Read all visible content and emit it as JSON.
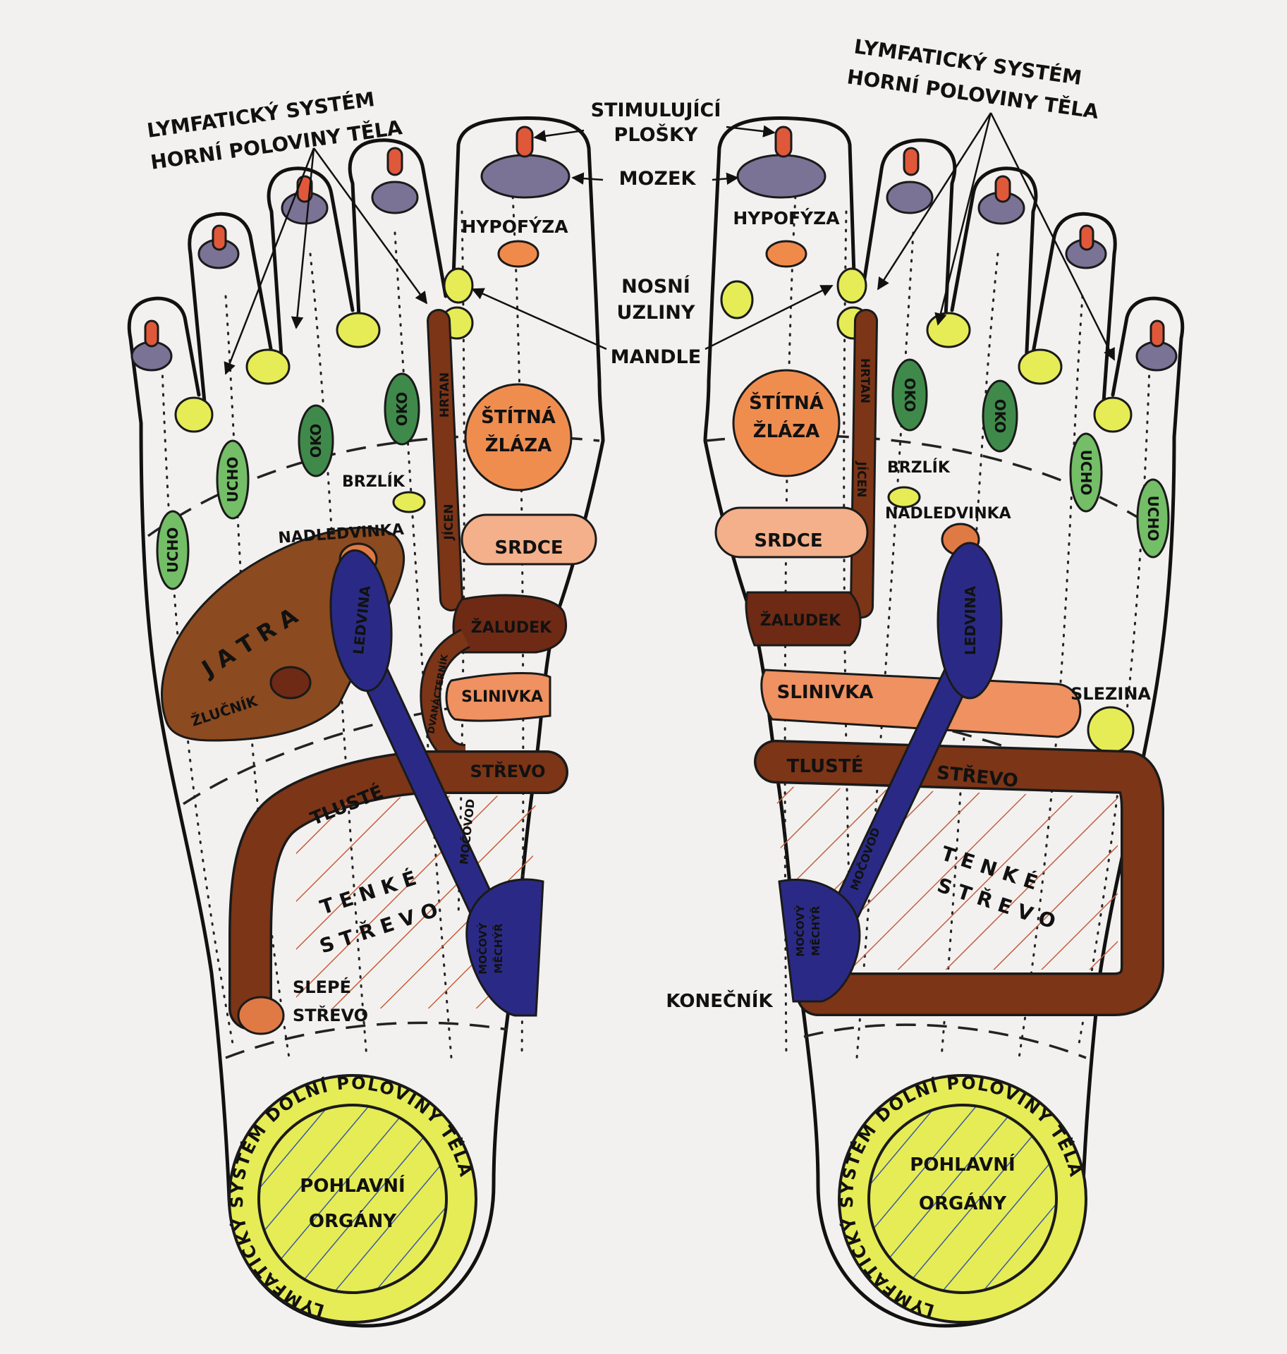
{
  "labels": {
    "lymph_upper_l1": "LYMFATICKÝ SYSTÉM",
    "lymph_upper_l2": "HORNÍ POLOVINY TĚLA",
    "lymph_upper_r1": "LYMFATICKÝ SYSTÉM",
    "lymph_upper_r2": "HORNÍ POLOVINY TĚLA",
    "stim_1": "STIMULUJÍCÍ",
    "stim_2": "PLOŠKY",
    "mozek": "MOZEK",
    "hypofyza": "HYPOFÝZA",
    "nosni_1": "NOSNÍ",
    "nosni_2": "UZLINY",
    "mandle": "MANDLE",
    "oko": "OKO",
    "ucho": "UCHO",
    "stitna": "ŠTÍTNÁ",
    "zlaza": "ŽLÁZA",
    "hrtan": "HRTAN",
    "jicen": "JÍCEN",
    "brzlik": "BRZLÍK",
    "nadledvinka": "NADLEDVINKA",
    "srdce": "SRDCE",
    "jatra": "J A T R A",
    "zlucnik": "ŽLUČNÍK",
    "ledvina": "LEDVINA",
    "zaludek": "ŽALUDEK",
    "dvanacternik": "DVANÁCTERNÍK",
    "slinivka": "SLINIVKA",
    "slezina": "SLEZINA",
    "tluste": "TLUSTÉ",
    "strevo": "STŘEVO",
    "mocovod": "MOČOVOD",
    "tenke": "T E N K É",
    "strevo_spaced": "S T Ř E V O",
    "mocovy_1": "MOČOVÝ",
    "mocovy_2": "MĚCHÝŘ",
    "slepe_1": "SLEPÉ",
    "slepe_2": "STŘEVO",
    "konecnik": "KONEČNÍK",
    "lymph_lower": "LYMFATICKÝ SYSTÉM DOLNÍ POLOVINY TĚLA",
    "pohlavni": "POHLAVNÍ",
    "organy": "ORGÁNY"
  },
  "colors": {
    "background": "#f3f1ef",
    "pink_spot": "#e0583a",
    "brain": "#7a7396",
    "pituitary": "#f08a4b",
    "yellow_node": "#e6ec55",
    "green_eye": "#3f8a4a",
    "green_ear": "#73be66",
    "thyroid": "#ef8d4f",
    "heart": "#f3b08a",
    "brown_dark": "#6e2a14",
    "brown_mid": "#7c3517",
    "liver": "#8b4a1f",
    "pancreas": "#ef9160",
    "kidney_blue": "#2a2a86",
    "hatch_red": "#c06040",
    "hatch_blue": "#3a5aa8"
  }
}
